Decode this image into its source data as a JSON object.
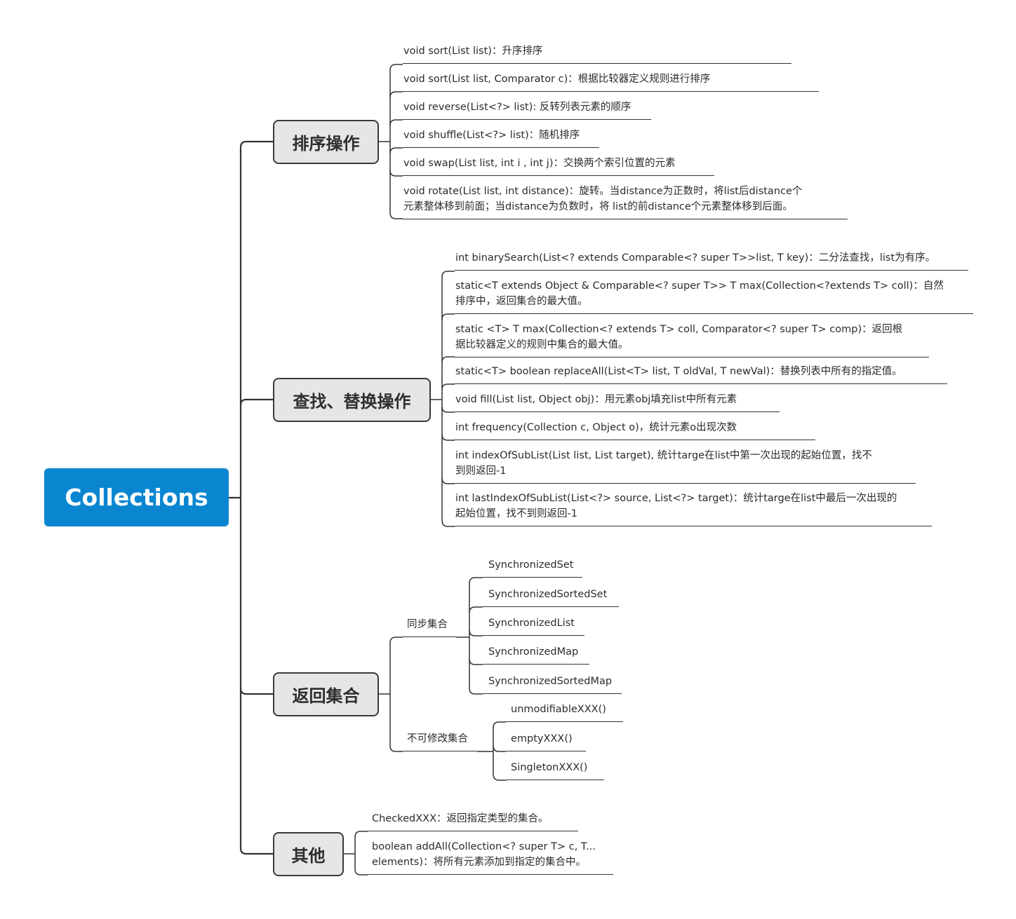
{
  "root": {
    "label": "Collections"
  },
  "branches": [
    {
      "label": "排序操作",
      "items": [
        [
          "void sort(List list)：升序排序"
        ],
        [
          "void sort(List list, Comparator c)：根据比较器定义规则进行排序"
        ],
        [
          "void reverse(List<?> list): 反转列表元素的顺序"
        ],
        [
          "void shuffle(List<?> list)：随机排序"
        ],
        [
          "void swap(List list, int i , int j)：交换两个索引位置的元素"
        ],
        [
          "void rotate(List list, int distance)：旋转。当distance为正数时，将list后distance个",
          "元素整体移到前面；当distance为负数时，将 list的前distance个元素整体移到后面。"
        ]
      ]
    },
    {
      "label": "查找、替换操作",
      "items": [
        [
          "int binarySearch(List<? extends Comparable<? super T>>list, T key)：二分法查找，list为有序。"
        ],
        [
          "static<T extends Object & Comparable<? super T>> T max(Collection<?extends T>  coll)：自然",
          "排序中，返回集合的最大值。"
        ],
        [
          " static <T> T max(Collection<? extends T> coll, Comparator<? super T> comp)：返回根",
          "据比较器定义的规则中集合的最大值。"
        ],
        [
          "static<T> boolean replaceAll(List<T> list, T oldVal, T newVal)：替换列表中所有的指定值。"
        ],
        [
          "void fill(List list, Object obj)：用元素obj填充list中所有元素"
        ],
        [
          "int frequency(Collection c, Object o)，统计元素o出现次数"
        ],
        [
          "int indexOfSubList(List list, List target), 统计targe在list中第一次出现的起始位置，找不",
          "到则返回-1"
        ],
        [
          "int lastIndexOfSubList(List<?> source, List<?> target)：统计targe在list中最后一次出现的",
          "起始位置，找不到则返回-1"
        ]
      ]
    },
    {
      "label": "返回集合",
      "groups": [
        {
          "label": "同步集合",
          "items": [
            "SynchronizedSet",
            "SynchronizedSortedSet",
            "SynchronizedList",
            "SynchronizedMap",
            "SynchronizedSortedMap"
          ]
        },
        {
          "label": "不可修改集合",
          "items": [
            "unmodifiableXXX()",
            "emptyXXX()",
            "SingletonXXX()"
          ]
        }
      ]
    },
    {
      "label": "其他",
      "items": [
        [
          "CheckedXXX：返回指定类型的集合。"
        ],
        [
          "boolean addAll(Collection<? super T> c, T...",
          "elements)：将所有元素添加到指定的集合中。"
        ]
      ]
    }
  ],
  "colors": {
    "root": "#0a86d1",
    "branch_fill": "#e6e6e6",
    "line": "#333333"
  }
}
